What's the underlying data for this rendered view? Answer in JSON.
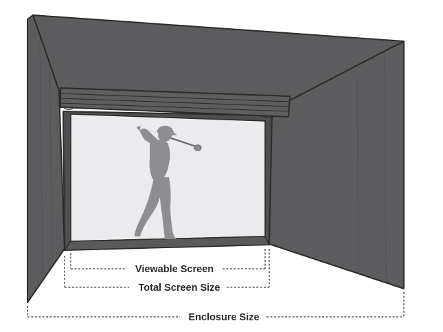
{
  "labels": {
    "viewable_screen": "Viewable Screen",
    "total_screen_size": "Total Screen Size",
    "enclosure_size": "Enclosure Size"
  },
  "colors": {
    "enclosure": "#5c5c5e",
    "enclosure_dark": "#4a4a4c",
    "outline": "#2b2b2b",
    "screen": "#ebebed",
    "golfer": "#8e8e90",
    "dimension_line": "#3a3a3a",
    "label_text": "#2a2a2a"
  },
  "icons": {
    "golfer": "golfer-silhouette-icon"
  }
}
